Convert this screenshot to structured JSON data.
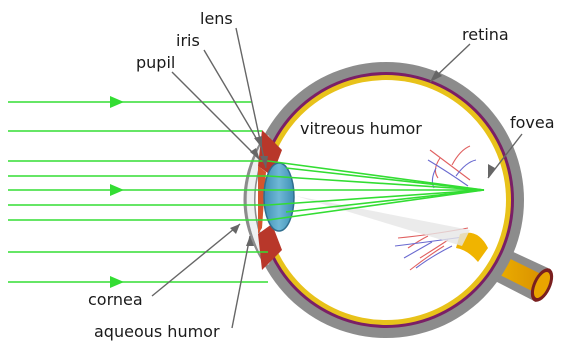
{
  "labels": {
    "lens": "lens",
    "iris": "iris",
    "pupil": "pupil",
    "retina": "retina",
    "vitreous_humor": "vitreous humor",
    "fovea": "fovea",
    "cornea": "cornea",
    "aqueous_humor": "aqueous humor"
  },
  "colors": {
    "light_ray": "#33dd33",
    "sclera": "#8c8c8c",
    "choroid": "#7a1f66",
    "retina_layer": "#e8c21a",
    "iris": "#b8372a",
    "lens": "#5aa6c8",
    "cornea": "#d9dcdc",
    "optic_nerve": "#f0b400",
    "vessel_red": "#e06060",
    "vessel_blue": "#6a6ad0"
  }
}
